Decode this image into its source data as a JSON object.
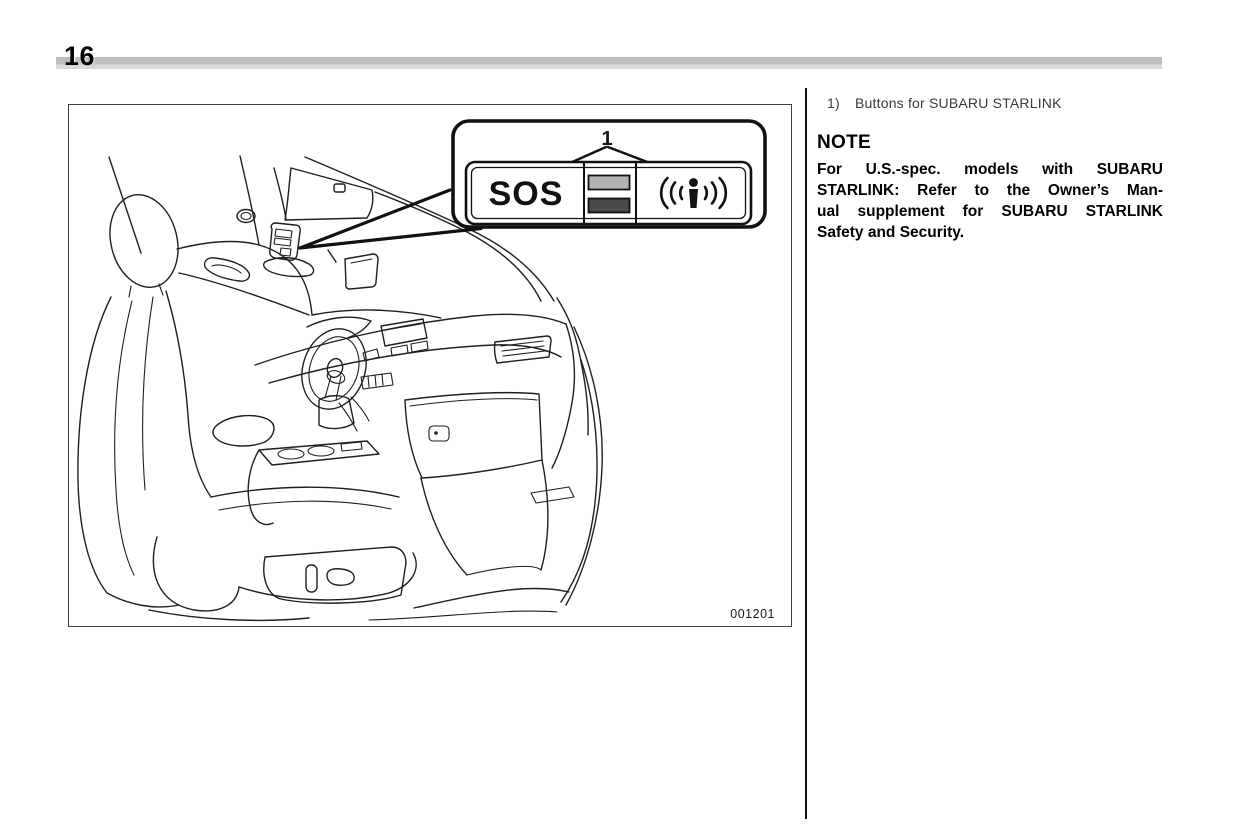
{
  "page": {
    "number": "16",
    "header_bar_color": "#c4c4c4"
  },
  "figure": {
    "code": "001201",
    "subject": "car-interior-overhead-console",
    "callout": {
      "label": "1",
      "buttons": [
        {
          "name": "sos-button",
          "label": "SOS"
        },
        {
          "name": "indicator-bars-button"
        },
        {
          "name": "info-speaker-button",
          "icon": "info-sound-waves-icon"
        }
      ],
      "bars": [
        {
          "color": "#b3b3b3"
        },
        {
          "color": "#4a4a4a"
        }
      ]
    }
  },
  "right_column": {
    "list": [
      {
        "index": "1)",
        "text": "Buttons for SUBARU STARLINK"
      }
    ],
    "note": {
      "heading": "NOTE",
      "lines": [
        "For U.S.-spec. models with SUBARU",
        "STARLINK: Refer to the Owner’s Man-",
        "ual supplement for SUBARU STARLINK",
        "Safety and Security."
      ]
    }
  }
}
